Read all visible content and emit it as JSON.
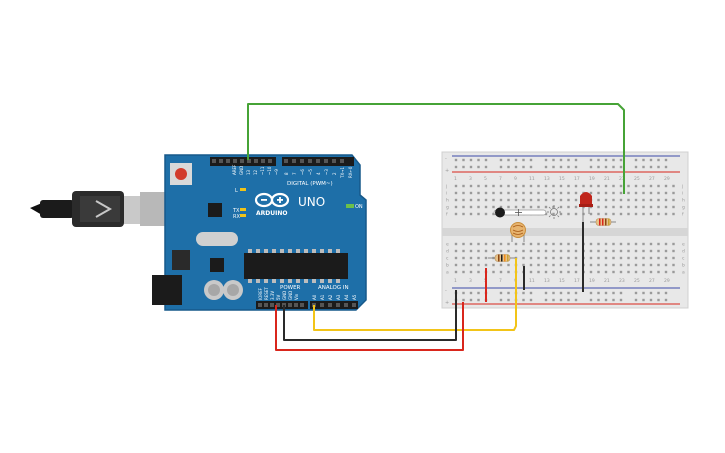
{
  "board": {
    "logo_text": "ARDUINO",
    "model_text": "UNO",
    "on_label": "ON",
    "digital_label": "DIGITAL (PWM~)",
    "power_label": "POWER",
    "analog_label": "ANALOG IN",
    "tx_label": "TX",
    "rx_label": "RX",
    "l_label": "L",
    "aref_label": "AREF",
    "gnd_label": "GND",
    "pin_13": "13",
    "pin_12": "12",
    "pin_11": "~11",
    "pin_10": "~10",
    "pin_9": "~9",
    "pin_8": "8",
    "pin_7": "7",
    "pin_6": "~6",
    "pin_5": "~5",
    "pin_4": "4",
    "pin_3": "~3",
    "pin_2": "2",
    "pin_1": "TX→1",
    "pin_0": "RX←0",
    "ioref": "IOREF",
    "reset": "RESET",
    "v33": "3.3V",
    "v5": "5V",
    "gnd_a": "GND",
    "gnd_b": "GND",
    "vin": "Vin",
    "a0": "A0",
    "a1": "A1",
    "a2": "A2",
    "a3": "A3",
    "a4": "A4",
    "a5": "A5"
  },
  "breadboard": {
    "row_letters_top": [
      "j",
      "i",
      "h",
      "g",
      "f"
    ],
    "row_letters_bottom": [
      "e",
      "d",
      "c",
      "b",
      "a"
    ],
    "col_numbers": [
      "1",
      "3",
      "5",
      "7",
      "9",
      "11",
      "13",
      "15",
      "17",
      "19",
      "21",
      "23",
      "25",
      "27",
      "29"
    ],
    "plus": "+",
    "minus": "-"
  },
  "colors": {
    "arduino_blue": "#1e6fa8",
    "wire_green": "#46a336",
    "wire_yellow": "#f2c418",
    "wire_red": "#d9261c",
    "wire_black": "#2a2a2a",
    "breadboard": "#e8e8e8"
  }
}
